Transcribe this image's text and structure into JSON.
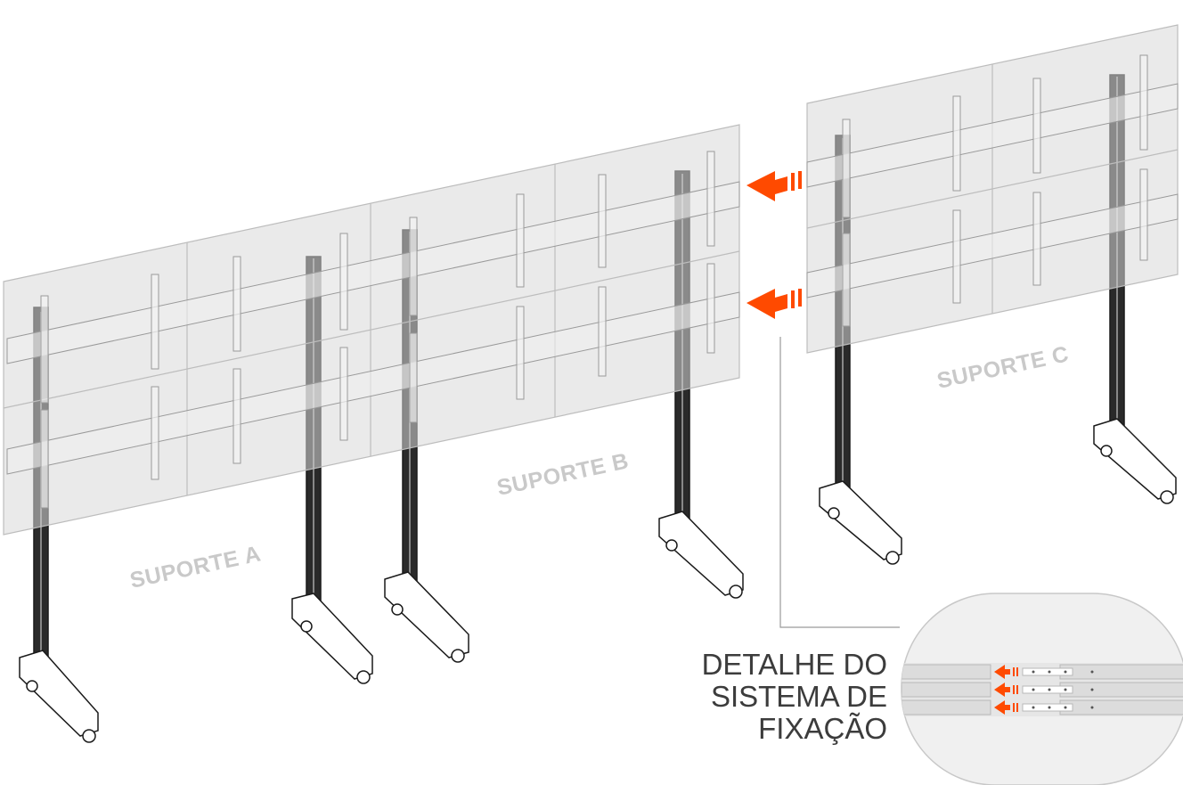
{
  "labels": {
    "support_a": "SUPORTE A",
    "support_b": "SUPORTE B",
    "support_c": "SUPORTE C"
  },
  "detail": {
    "lines": [
      "DETALHE DO",
      "SISTEMA DE",
      "FIXAÇÃO"
    ]
  },
  "colors": {
    "arrow": "#ff4a00",
    "panel_fill": "#d9d9d9",
    "panel_stroke": "#bdbdbd",
    "label": "#c9c9c9"
  },
  "icons": {
    "arrow_left": "arrow-left-icon"
  }
}
